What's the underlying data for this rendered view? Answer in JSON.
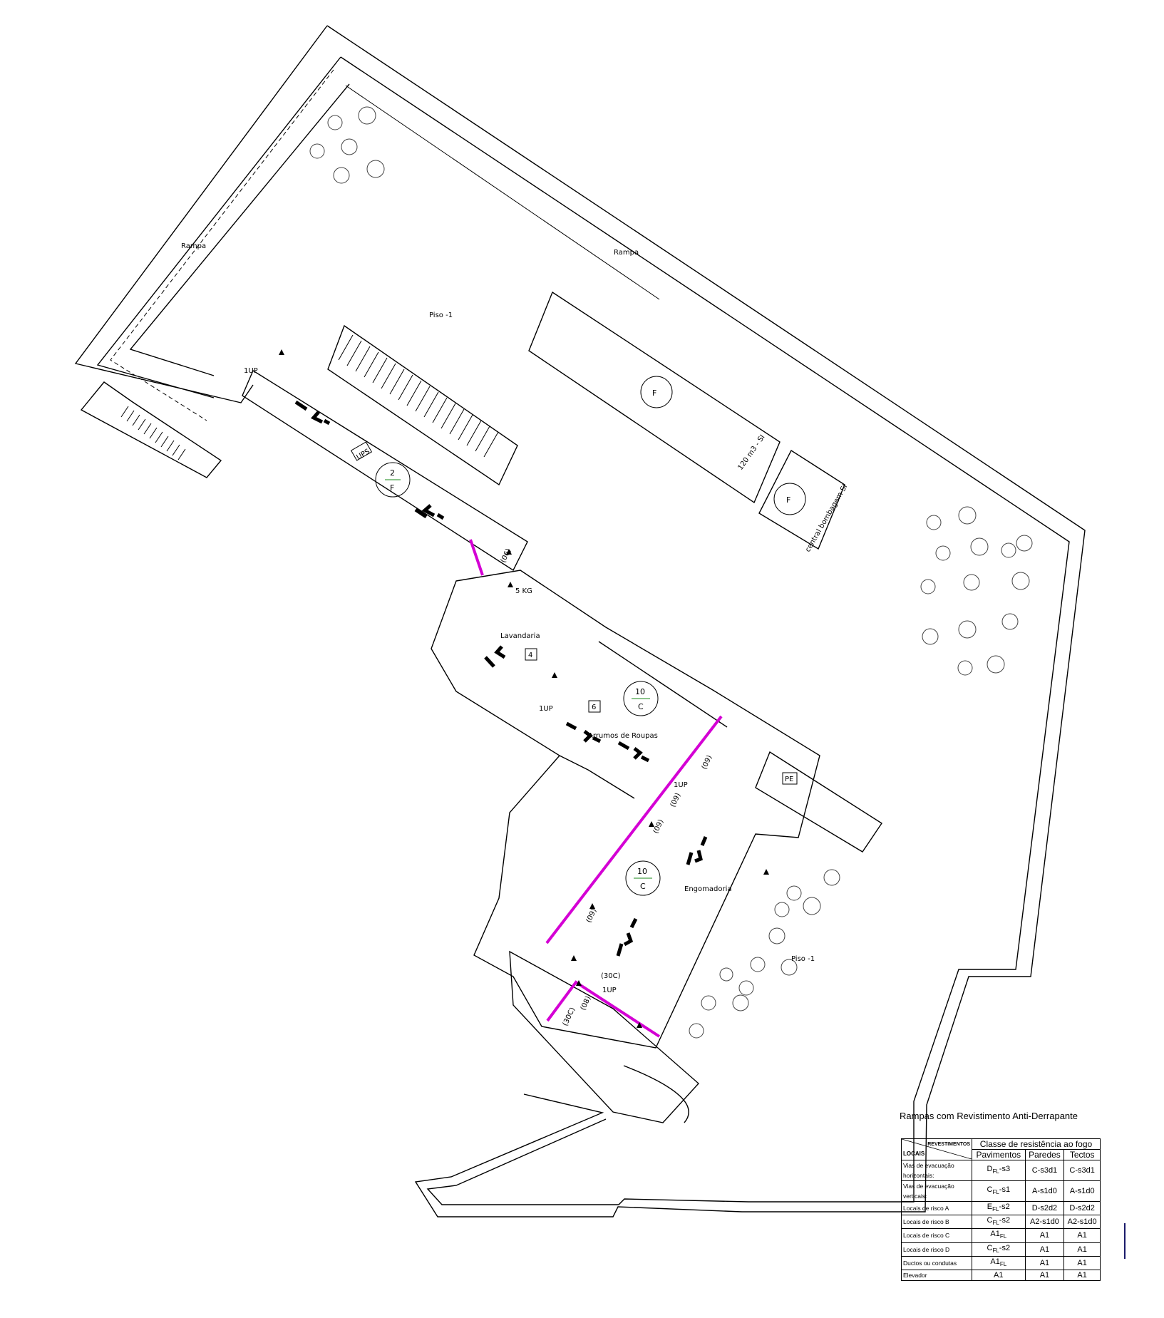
{
  "plan": {
    "labels": {
      "rampa_1": "Rampa",
      "rampa_2": "Rampa",
      "piso_top": "Piso -1",
      "piso_bottom": "Piso -1",
      "lavandaria": "Lavandaria",
      "arrumos": "Arrumos de Roupas",
      "engomadoria": "Engomadoria",
      "ups": "UPS",
      "pe": "PE",
      "room_4": "4",
      "room_6": "6",
      "tank": "120 m3 - SI",
      "pump": "central bombagem SI",
      "extinguisher": "5 KG",
      "up_1": "1UP",
      "up_2": "1UP",
      "up_3": "1UP",
      "up_4": "1UP",
      "risk_2_num": "2",
      "risk_2_cls": "F",
      "risk_10a_num": "10",
      "risk_10a_cls": "C",
      "risk_10b_num": "10",
      "risk_10b_cls": "C",
      "f_tank": "F",
      "f_pump": "F",
      "door_06": "(06)",
      "door_09a": "(09)",
      "door_09b": "(09)",
      "door_09c": "(09)",
      "door_09d": "(09)",
      "door_30c": "(30C)",
      "door_08": "(08)",
      "door_30c2": "(30C)"
    },
    "colors": {
      "fire_compartment_line": "#d400d4",
      "lines": "#000000"
    }
  },
  "legend": {
    "title": "Rampas com Revistimento Anti-Derrapante",
    "corner_top": "REVESTIMENTOS",
    "corner_bottom": "LOCAIS",
    "header_class": "Classe de resistência ao fogo",
    "col_floor": "Pavimentos",
    "col_walls": "Paredes",
    "col_ceiling": "Tectos",
    "rows": [
      {
        "local": "Vias de evacuação horizontais:",
        "floor_main": "D",
        "floor_sub": "FL",
        "floor_tail": "-s3",
        "walls": "C-s3d1",
        "ceiling": "C-s3d1"
      },
      {
        "local": "Vias de evacuação verticais:",
        "floor_main": "C",
        "floor_sub": "FL",
        "floor_tail": "-s1",
        "walls": "A-s1d0",
        "ceiling": "A-s1d0"
      },
      {
        "local": "Locais de risco A",
        "floor_main": "E",
        "floor_sub": "FL",
        "floor_tail": "-s2",
        "walls": "D-s2d2",
        "ceiling": "D-s2d2"
      },
      {
        "local": "Locais de risco B",
        "floor_main": "C",
        "floor_sub": "FL",
        "floor_tail": "-s2",
        "walls": "A2-s1d0",
        "ceiling": "A2-s1d0"
      },
      {
        "local": "Locais de risco C",
        "floor_main": "A1",
        "floor_sub": "FL",
        "floor_tail": "",
        "walls": "A1",
        "ceiling": "A1"
      },
      {
        "local": "Locais de risco D",
        "floor_main": "C",
        "floor_sub": "FL",
        "floor_tail": "-s2",
        "walls": "A1",
        "ceiling": "A1"
      },
      {
        "local": "Ductos ou condutas",
        "floor_main": "A1",
        "floor_sub": "FL",
        "floor_tail": "",
        "walls": "A1",
        "ceiling": "A1"
      },
      {
        "local": "Elevador",
        "floor_main": "A1",
        "floor_sub": "",
        "floor_tail": "",
        "walls": "A1",
        "ceiling": "A1"
      }
    ]
  }
}
